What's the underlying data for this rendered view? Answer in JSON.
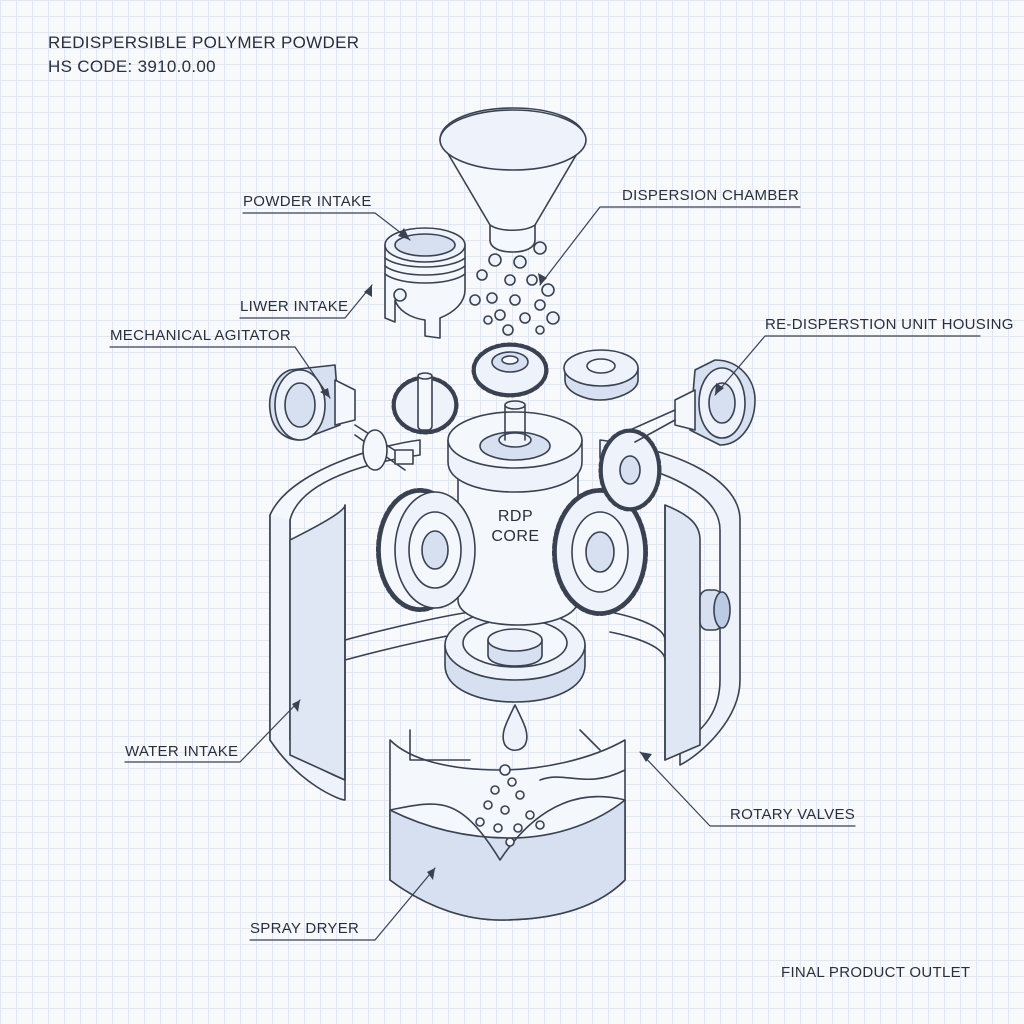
{
  "header": {
    "title": "REDISPERSIBLE POLYMER POWDER",
    "hs_code": "HS CODE: 3910.0.00"
  },
  "labels": {
    "powder_intake": "POWDER INTAKE",
    "dispersion_chamber": "DISPERSION CHAMBER",
    "liwer_intake": "LIWER INTAKE",
    "mechanical_agitator": "MECHANICAL AGITATOR",
    "redispersion_housing": "RE-DISPERSTION UNIT HOUSING",
    "water_intake": "WATER INTAKE",
    "rotary_valves": "ROTARY VALVES",
    "spray_dryer": "SPRAY DRYER",
    "final_product_outlet": "FINAL PRODUCT OUTLET"
  },
  "core": {
    "line1": "RDP",
    "line2": "CORE"
  },
  "colors": {
    "line": "#3a4150",
    "fill_light": "#f4f7fc",
    "fill_blue": "#d6e0f1",
    "fill_mid": "#bccbe4"
  }
}
